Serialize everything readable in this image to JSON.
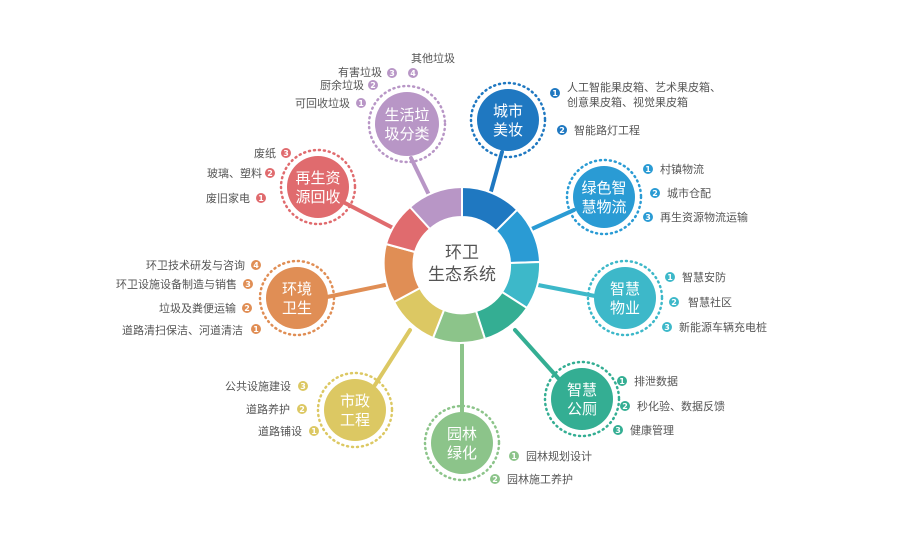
{
  "center": {
    "line1": "环卫",
    "line2": "生态系统"
  },
  "colors": {
    "purple": "#b896c6",
    "blue": "#1f78c1",
    "skyblue": "#2a9bd4",
    "cyan": "#3db8c9",
    "teal": "#34ae93",
    "green": "#8cc48a",
    "yellow": "#dcc863",
    "orange": "#e08e55",
    "red": "#e06b6e"
  },
  "nodes": [
    {
      "id": "garbage-sorting",
      "line1": "生活垃",
      "line2": "圾分类",
      "color": "#b896c6",
      "items": [
        "可回收垃圾",
        "厨余垃圾",
        "有害垃圾",
        "其他垃圾"
      ]
    },
    {
      "id": "city-beautify",
      "line1": "城市",
      "line2": "美妆",
      "color": "#1f78c1",
      "items": [
        "人工智能果皮箱、艺术果皮箱、",
        "创意果皮箱、视觉果皮箱",
        "智能路灯工程"
      ]
    },
    {
      "id": "green-logistics",
      "line1": "绿色智",
      "line2": "慧物流",
      "color": "#2a9bd4",
      "items": [
        "村镇物流",
        "城市仓配",
        "再生资源物流运输"
      ]
    },
    {
      "id": "smart-property",
      "line1": "智慧",
      "line2": "物业",
      "color": "#3db8c9",
      "items": [
        "智慧安防",
        "智慧社区",
        "新能源车辆充电桩"
      ]
    },
    {
      "id": "smart-toilet",
      "line1": "智慧",
      "line2": "公厕",
      "color": "#34ae93",
      "items": [
        "排泄数据",
        "秒化验、数据反馈",
        "健康管理"
      ]
    },
    {
      "id": "landscaping",
      "line1": "园林",
      "line2": "绿化",
      "color": "#8cc48a",
      "items": [
        "园林规划设计",
        "园林施工养护"
      ]
    },
    {
      "id": "municipal",
      "line1": "市政",
      "line2": "工程",
      "color": "#dcc863",
      "items": [
        "道路铺设",
        "道路养护",
        "公共设施建设"
      ]
    },
    {
      "id": "sanitation",
      "line1": "环境",
      "line2": "卫生",
      "color": "#e08e55",
      "items": [
        "道路清扫保洁、河道清洁",
        "垃圾及粪便运输",
        "环卫设施设备制造与销售",
        "环卫技术研发与咨询"
      ]
    },
    {
      "id": "recycling",
      "line1": "再生资",
      "line2": "源回收",
      "color": "#e06b6e",
      "items": [
        "废旧家电",
        "玻璃、塑料",
        "废纸"
      ]
    }
  ],
  "badges": [
    "1",
    "2",
    "3",
    "4"
  ]
}
